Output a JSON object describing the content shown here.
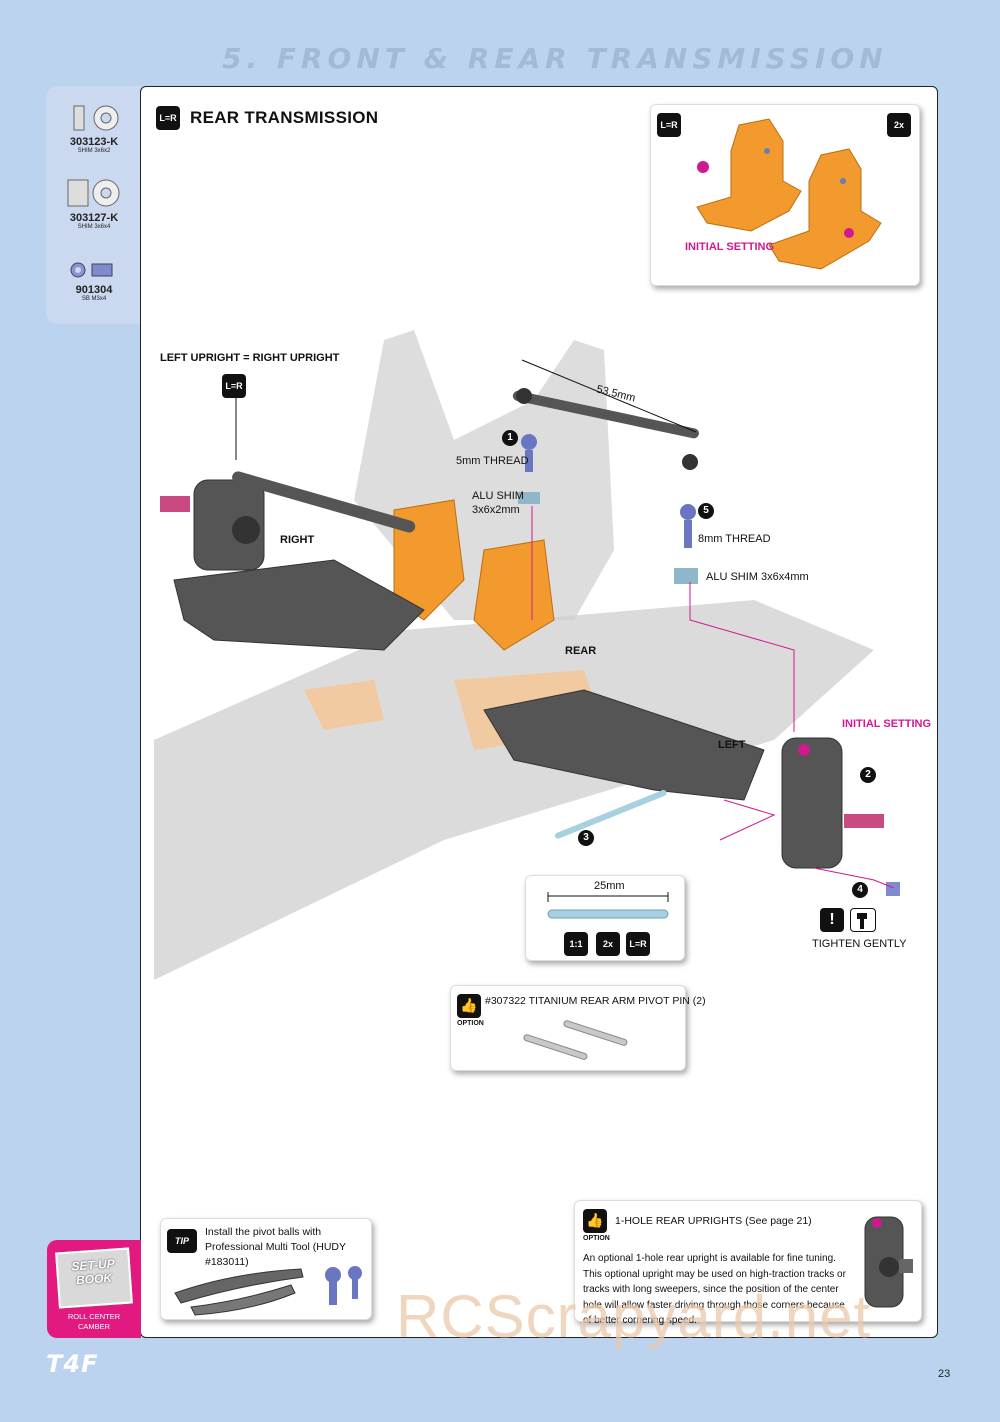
{
  "header": {
    "title": "5. FRONT & REAR TRANSMISSION"
  },
  "parts": [
    {
      "code": "303123-K",
      "desc": "SHIM 3x6x2"
    },
    {
      "code": "303127-K",
      "desc": "SHIM 3x6x4"
    },
    {
      "code": "901304",
      "desc": "SB M3x4"
    }
  ],
  "badges": {
    "lr": "L=R",
    "times2": "2x",
    "scale": "1:1",
    "option": "OPTION",
    "tip": "TIP"
  },
  "section": {
    "title": "REAR TRANSMISSION"
  },
  "inset": {
    "initial_setting": "INITIAL SETTING"
  },
  "labels": {
    "left_eq_right": "LEFT UPRIGHT = RIGHT UPRIGHT",
    "dimension_top": "53.5mm",
    "thread_5mm": "5mm THREAD",
    "alu_shim_1": "ALU SHIM",
    "alu_shim_1b": "3x6x2mm",
    "thread_8mm": "8mm THREAD",
    "alu_shim_2": "ALU SHIM 3x6x4mm",
    "right": "RIGHT",
    "rear": "REAR",
    "left": "LEFT",
    "initial_setting": "INITIAL SETTING",
    "tighten": "TIGHTEN GENTLY",
    "pin_length": "25mm"
  },
  "steps": [
    "1",
    "2",
    "3",
    "4",
    "5"
  ],
  "option_pin": {
    "text": "#307322  TITANIUM REAR ARM PIVOT PIN (2)"
  },
  "tip": {
    "text": "Install the pivot balls with Professional Multi Tool (HUDY #183011)"
  },
  "option_upright": {
    "title": "1-HOLE REAR UPRIGHTS (See page 21)",
    "body": "An optional 1-hole rear upright is available for fine tuning. This optional upright may be used on high-traction tracks or tracks with long sweepers, since the position of the center hole will allow faster driving through those corners because of better cornering speed."
  },
  "setup": {
    "book": "SET-UP BOOK",
    "caption_1": "ROLL CENTER",
    "caption_2": "CAMBER"
  },
  "footer": {
    "brand": "T4F",
    "page": "23",
    "watermark": "RCScrapyard.net"
  },
  "colors": {
    "accent_pink": "#d0198f",
    "orange": "#f39a2e",
    "chassis_gray": "#bdbdbd",
    "sidebar": "#cad9f0"
  }
}
